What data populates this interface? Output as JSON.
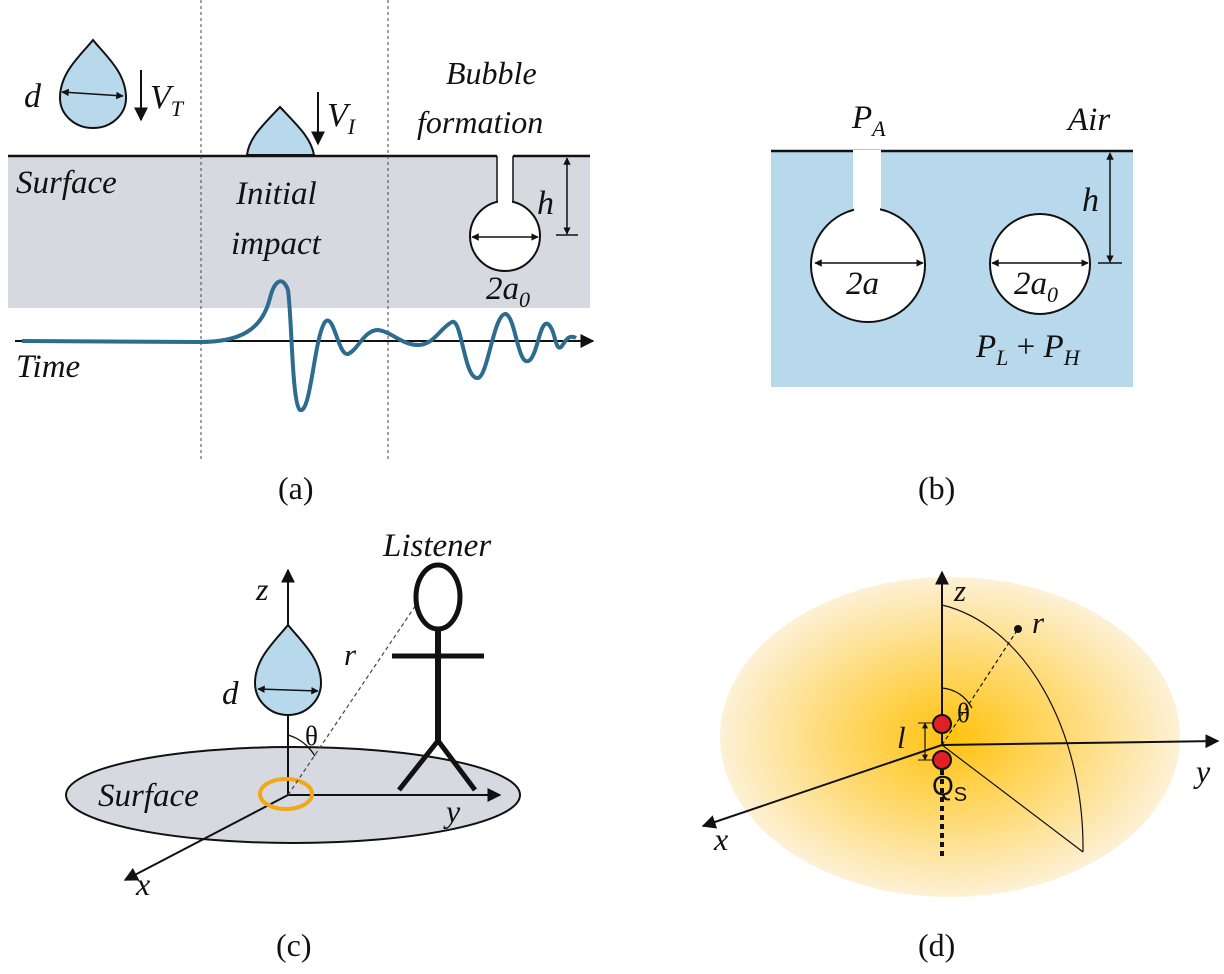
{
  "panel_a": {
    "caption": "(a)",
    "d_label": "d",
    "vt_label": "V",
    "vt_sub": "T",
    "vi_label": "V",
    "vi_sub": "I",
    "bubble_line1": "Bubble",
    "bubble_line2": "formation",
    "surface_label": "Surface",
    "impact_line1": "Initial",
    "impact_line2": "impact",
    "h_label": "h",
    "a0_label": "2a",
    "a0_sub": "0",
    "time_label": "Time"
  },
  "panel_b": {
    "caption": "(b)",
    "pa_label": "P",
    "pa_sub": "A",
    "air_label": "Air",
    "h_label": "h",
    "a_label": "2a",
    "a0_label": "2a",
    "a0_sub": "0",
    "pl_label": "P",
    "pl_sub": "L",
    "plus": " + ",
    "ph_label": "P",
    "ph_sub": "H"
  },
  "panel_c": {
    "caption": "(c)",
    "listener_label": "Listener",
    "z_label": "z",
    "r_label": "r",
    "d_label": "d",
    "theta_label": "θ",
    "surface_label": "Surface",
    "y_label": "y",
    "x_label": "x"
  },
  "panel_d": {
    "caption": "(d)",
    "z_label": "z",
    "r_label": "r",
    "theta_label": "θ",
    "l_label": "l",
    "y_label": "y",
    "x_label": "x",
    "q_label": "Q",
    "q_sub": "S"
  }
}
